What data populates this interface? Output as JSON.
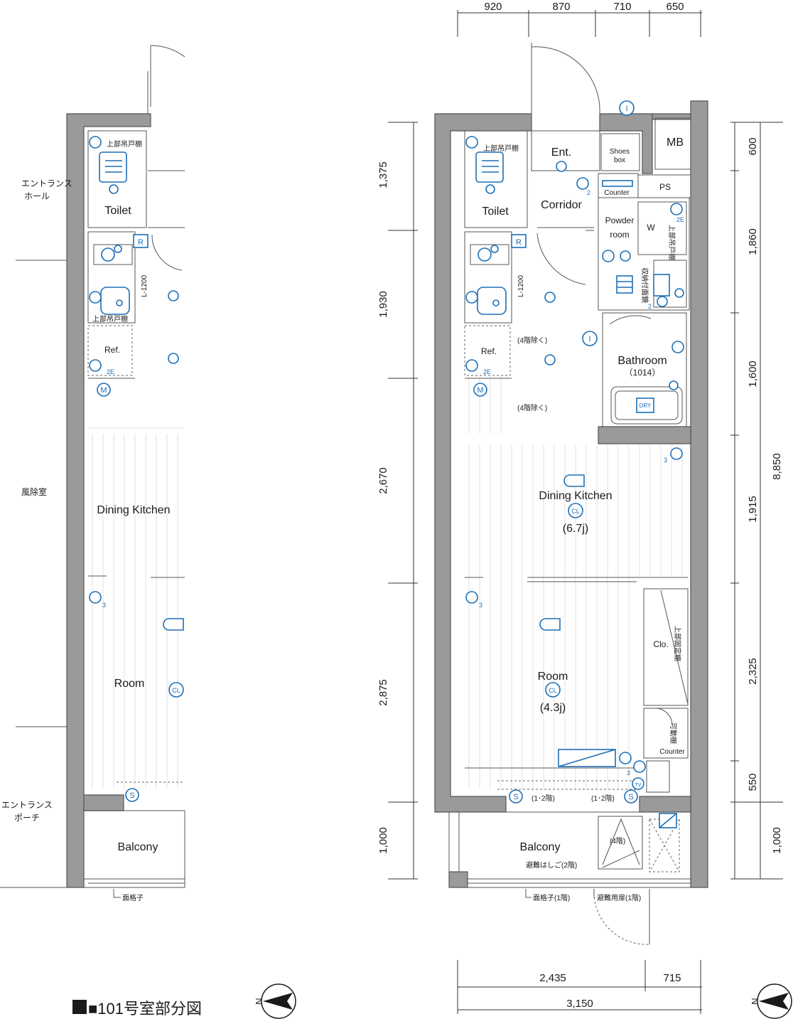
{
  "title": "■101号室部分図",
  "compass_letter": "N",
  "left_plan": {
    "side_labels": {
      "entrance_hall": [
        "エントランス",
        "ホール"
      ],
      "windbreak_room": "風除室",
      "entrance_porch": [
        "エントランス",
        "ポーチ"
      ]
    },
    "rooms": {
      "toilet": "Toilet",
      "dining_kitchen": "Dining Kitchen",
      "room": "Room",
      "balcony": "Balcony"
    },
    "notes": {
      "upper_cabinet_1": "上部吊戸棚",
      "upper_cabinet_2": "上部吊戸棚",
      "counter_length": "L-1200",
      "ref": "Ref.",
      "lattice": "面格子"
    }
  },
  "right_plan": {
    "top_dims": [
      "920",
      "870",
      "710",
      "650"
    ],
    "bottom_dims_row1": [
      "2,435",
      "715"
    ],
    "bottom_dim_total": "3,150",
    "left_dims": [
      "1,375",
      "1,930",
      "2,670",
      "2,875",
      "1,000"
    ],
    "right_dims": [
      "600",
      "1,860",
      "1,600",
      "1,915",
      "2,325",
      "550",
      "1,000"
    ],
    "right_dim_total": "8,850",
    "rooms": {
      "ent": "Ent.",
      "shoes_box": [
        "Shoes",
        "box"
      ],
      "mb": "MB",
      "ps": "PS",
      "toilet": "Toilet",
      "corridor": "Corridor",
      "powder_room": [
        "Powder",
        "room"
      ],
      "washer": "W",
      "bathroom": "Bathroom",
      "bathroom_size": "（1014）",
      "dining_kitchen": "Dining Kitchen",
      "dk_size": "(6.7j)",
      "room": "Room",
      "room_size": "(4.3j)",
      "clo": "Clo.",
      "balcony": "Balcony"
    },
    "notes": {
      "upper_cabinet": "上部吊戸棚",
      "counter_top": "Counter",
      "counter_bottom": "Counter",
      "counter_length": "L-1200",
      "ref": "Ref.",
      "excl_4f_1": "(4階除く)",
      "excl_4f_2": "(4階除く)",
      "storage_mirror": "収納付面鏡",
      "upper_cabinet_powder": "上部吊戸棚",
      "upper_fixed_shelf": "上部固定棚",
      "movable_shelf": "可動棚",
      "dry": "DRY",
      "floor_12_a": "(1･2階)",
      "floor_12_b": "(1･2階)",
      "floor_4": "(4階)",
      "escape_ladder": "避難はしご(2階)",
      "lattice_1f": "面格子(1階)",
      "escape_door_1f": "避難用扉(1階)"
    }
  },
  "symbols": {
    "intercom": "I",
    "refrigerator_outlet": "R",
    "meter": "M",
    "ceiling_light": "CL",
    "sleeve": "S",
    "outlet_suffix_2E": "2E",
    "outlet_suffix_2": "2",
    "outlet_suffix_3": "3",
    "tv": "TV"
  }
}
